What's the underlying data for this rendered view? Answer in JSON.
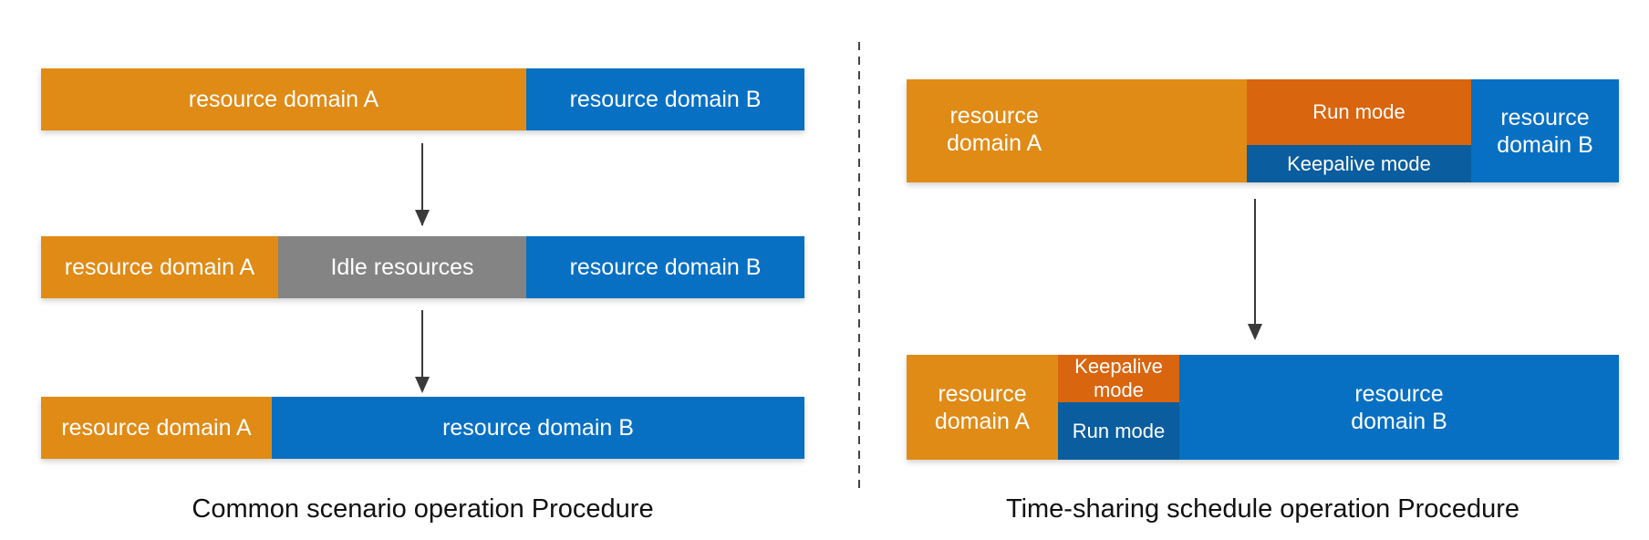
{
  "left_panel": {
    "caption": "Common scenario operation Procedure",
    "row1": {
      "domain_a": "resource domain A",
      "domain_b": "resource domain B"
    },
    "row2": {
      "domain_a": "resource domain A",
      "idle": "Idle resources",
      "domain_b": "resource domain B"
    },
    "row3": {
      "domain_a": "resource domain A",
      "domain_b": "resource domain B"
    }
  },
  "right_panel": {
    "caption": "Time-sharing schedule operation Procedure",
    "top": {
      "domain_a": "resource\ndomain A",
      "run_mode": "Run mode",
      "keepalive_mode": "Keepalive mode",
      "domain_b": "resource\ndomain B"
    },
    "bottom": {
      "domain_a": "resource\ndomain A",
      "keepalive_mode": "Keepalive\nmode",
      "run_mode": "Run mode",
      "domain_b": "resource\ndomain B"
    }
  },
  "colors": {
    "domain_a": "#e08b16",
    "domain_b": "#0770c3",
    "idle": "#848484",
    "run_mode": "#d9650f",
    "keepalive_mode": "#0a5d9e"
  }
}
